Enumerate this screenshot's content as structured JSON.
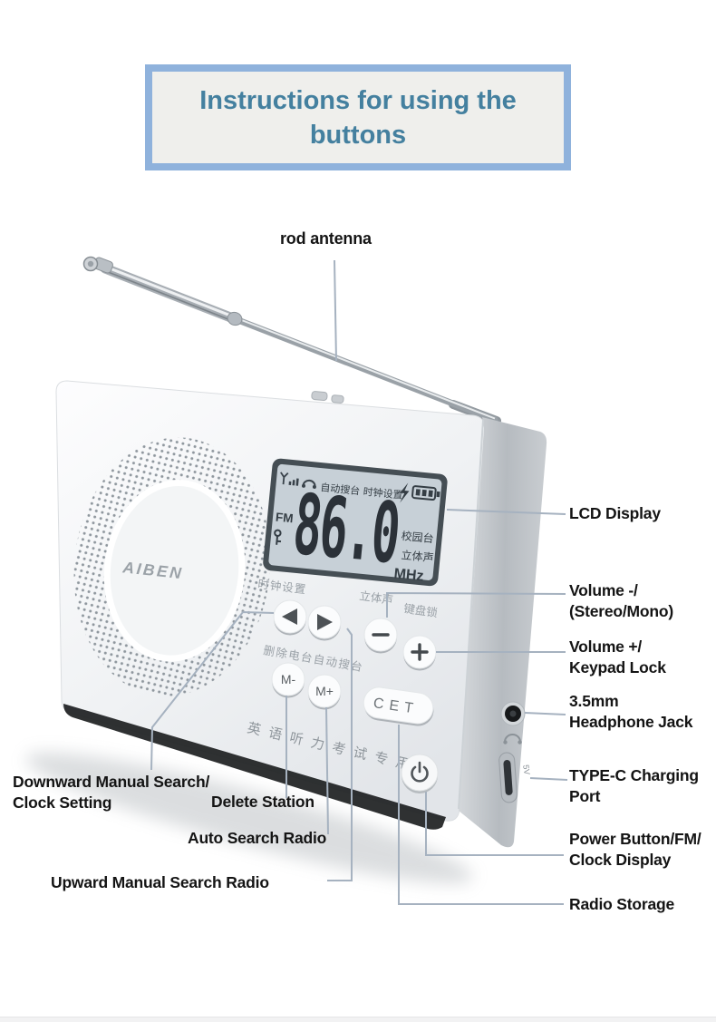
{
  "title": {
    "line1": "Instructions for using the",
    "line2": "buttons"
  },
  "callouts": {
    "rod_antenna": "rod antenna",
    "lcd_display": "LCD Display",
    "volume_minus_line1": "Volume -/",
    "volume_minus_line2": "(Stereo/Mono)",
    "volume_plus_line1": "Volume +/",
    "volume_plus_line2": "Keypad Lock",
    "headphone_line1": "3.5mm",
    "headphone_line2": "Headphone Jack",
    "typec_line1": "TYPE-C Charging",
    "typec_line2": "Port",
    "power_line1": "Power Button/FM/",
    "power_line2": "Clock Display",
    "radio_storage": "Radio Storage",
    "downward_line1": "Downward Manual Search/",
    "downward_line2": "Clock Setting",
    "delete_station": "Delete Station",
    "auto_search": "Auto Search Radio",
    "upward": "Upward Manual Search Radio"
  },
  "radio": {
    "brand": "AIBEN",
    "lcd": {
      "status_row_text": "自动搜台 时钟设置",
      "band": "FM",
      "frequency": "86.0",
      "unit": "MHz",
      "station_label": "校园台",
      "stereo_label": "立体声"
    },
    "silkscreen": {
      "clock_setting": "时钟设置",
      "stereo": "立体声",
      "keypad_lock": "键盘锁",
      "delete_auto_search": "删除电台自动搜台",
      "english_listening": "英语听力考试专用"
    },
    "buttons": {
      "m_minus": "M-",
      "m_plus": "M+",
      "cet": "CET"
    },
    "side_port_label": "5V"
  },
  "icons": {
    "lcd_status_icons": [
      "signal-icon",
      "headphones-icon",
      "lightning-icon",
      "battery-icon",
      "key-icon"
    ],
    "button_icons": [
      "left-arrow-icon",
      "right-arrow-icon",
      "minus-icon",
      "plus-icon",
      "power-icon"
    ],
    "side_icons": [
      "headphone-jack-icon",
      "typec-port-icon"
    ]
  },
  "colors": {
    "title_text": "#44809f",
    "title_border": "#8fb2dc",
    "title_bg": "#efefec",
    "label_text": "#141414",
    "leader_line": "#a6b2c0",
    "lcd_bg": "#c7d0d7",
    "lcd_frame": "#454e54",
    "lcd_ink": "#353e45",
    "body_base": "#1d1f21"
  }
}
